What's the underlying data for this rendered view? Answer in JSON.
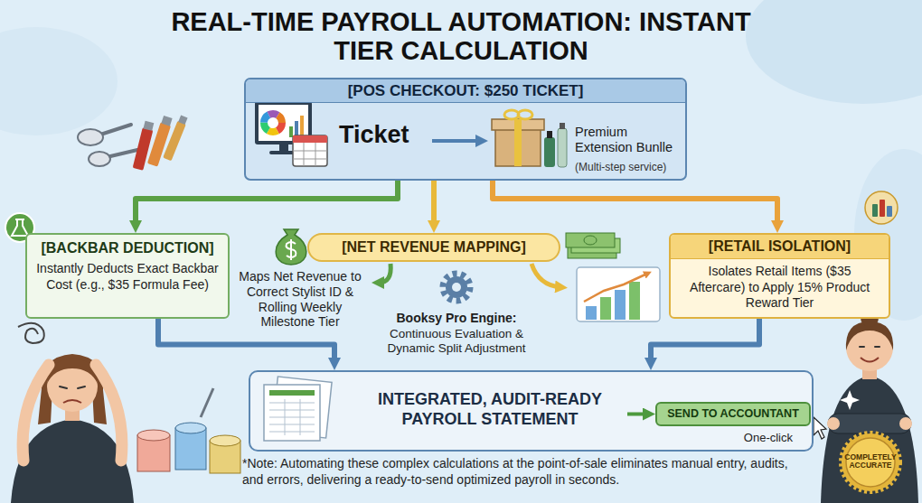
{
  "diagram": {
    "title": "REAL-TIME PAYROLL AUTOMATION: INSTANT TIER CALCULATION",
    "nodes": [
      {
        "text": [
          "[POS CHECKOUT: $250 TICKET]",
          "Ticket",
          "Premium Extension Bunlle",
          "(Multi-step service)"
        ]
      },
      {
        "text": [
          "[BACKBAR DEDUCTION]",
          "Instantly Deducts Exact Backbar Cost (e.g., $35 Formula Fee)"
        ]
      },
      {
        "text": [
          "[NET REVENUE MAPPING]"
        ]
      },
      {
        "text": [
          "[RETAIL ISOLATION]",
          "Isolates Retail Items ($35 Aftercare) to Apply 15% Product Reward Tier"
        ]
      },
      {
        "text": [
          "INTEGRATED, AUDIT-READY PAYROLL STATEMENT"
        ]
      },
      {
        "text": [
          "SEND TO ACCOUNTANT",
          "One-click"
        ],
        "in": 4
      }
    ],
    "edges": [
      {
        "from": 0,
        "to": 1,
        "arrow": "to"
      },
      {
        "from": 0,
        "to": 2,
        "arrow": "to"
      },
      {
        "from": 0,
        "to": 3,
        "arrow": "to"
      },
      {
        "from": 1,
        "to": 4,
        "arrow": "to"
      },
      {
        "from": 3,
        "to": 4,
        "arrow": "to"
      },
      {
        "from": 4,
        "to": 5,
        "arrow": "to"
      }
    ],
    "labels": [
      "Maps Net Revenue to Correct Stylist ID & Rolling Weekly Milestone Tier",
      "Booksy Pro Engine:",
      "Continuous Evaluation & Dynamic Split Adjustment",
      "*Note: Automating these complex calculations at the point-of-sale eliminates manual entry, audits, and errors, delivering a ready-to-send optimized payroll in seconds.",
      "COMPLETELY ACCURATE"
    ]
  }
}
